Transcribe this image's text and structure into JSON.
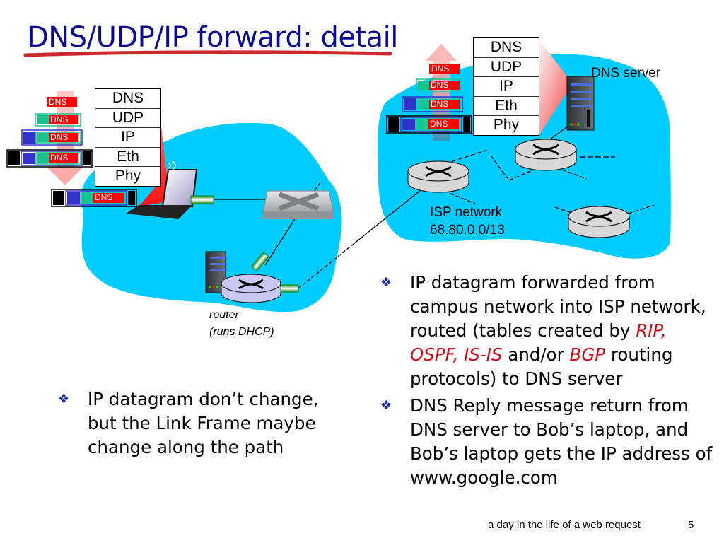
{
  "slide": {
    "title": "DNS/UDP/IP forward: detail",
    "footer_text": "a day in the life of a web request",
    "page_number": "5"
  },
  "colors": {
    "title": "#0b0b8f",
    "underline": "#cc2a2a",
    "network_blob": "#00ccff",
    "dns_payload": "#ff0000",
    "udp_header": "#17c491",
    "ip_header": "#3333cc",
    "eth_header": "#000000",
    "emphasis_red": "#c8101a",
    "bullet_blue": "#1a2aa8"
  },
  "left_diagram": {
    "protocol_stack": [
      "DNS",
      "UDP",
      "IP",
      "Eth",
      "Phy"
    ],
    "encapsulation_packets": [
      {
        "layers": [
          "DNS"
        ],
        "label": "DNS"
      },
      {
        "layers": [
          "UDP",
          "DNS"
        ],
        "label": "DNS"
      },
      {
        "layers": [
          "IP",
          "UDP",
          "DNS"
        ],
        "label": "DNS"
      },
      {
        "layers": [
          "Eth",
          "IP",
          "UDP",
          "DNS",
          "Eth"
        ],
        "label": "DNS"
      }
    ],
    "frame_on_wire": {
      "layers": [
        "Eth",
        "IP",
        "UDP",
        "DNS",
        "Eth"
      ],
      "label": "DNS"
    },
    "arrow_direction": "down",
    "devices": [
      "laptop",
      "switch",
      "router",
      "dhcp-server"
    ],
    "router_label": "router",
    "router_sublabel": "(runs DHCP)"
  },
  "right_diagram": {
    "protocol_stack": [
      "DNS",
      "UDP",
      "IP",
      "Eth",
      "Phy"
    ],
    "decapsulation_packets": [
      {
        "layers": [
          "DNS"
        ],
        "label": "DNS"
      },
      {
        "layers": [
          "UDP",
          "DNS"
        ],
        "label": "DNS"
      },
      {
        "layers": [
          "IP",
          "UDP",
          "DNS"
        ],
        "label": "DNS"
      },
      {
        "layers": [
          "Eth",
          "IP",
          "UDP",
          "DNS",
          "Eth"
        ],
        "label": "DNS"
      }
    ],
    "arrow_direction": "up",
    "server_label": "DNS server",
    "network_label": "ISP network",
    "network_prefix": "68.80.0.0/13",
    "routers": 3
  },
  "bullets_left": [
    {
      "text": "IP datagram don’t change, but the Link Frame maybe change along the path"
    }
  ],
  "bullets_right": [
    {
      "parts": [
        {
          "text": "IP datagram forwarded from campus network into ISP network, routed (tables created by ",
          "style": "normal"
        },
        {
          "text": "RIP, OSPF, IS-IS",
          "style": "red-italic"
        },
        {
          "text": " and/or ",
          "style": "normal"
        },
        {
          "text": "BGP",
          "style": "red-italic"
        },
        {
          "text": " routing protocols) to DNS server",
          "style": "normal"
        }
      ]
    },
    {
      "text": "DNS Reply message return from DNS server to Bob’s laptop, and Bob’s laptop gets the IP address of www.google.com"
    }
  ]
}
